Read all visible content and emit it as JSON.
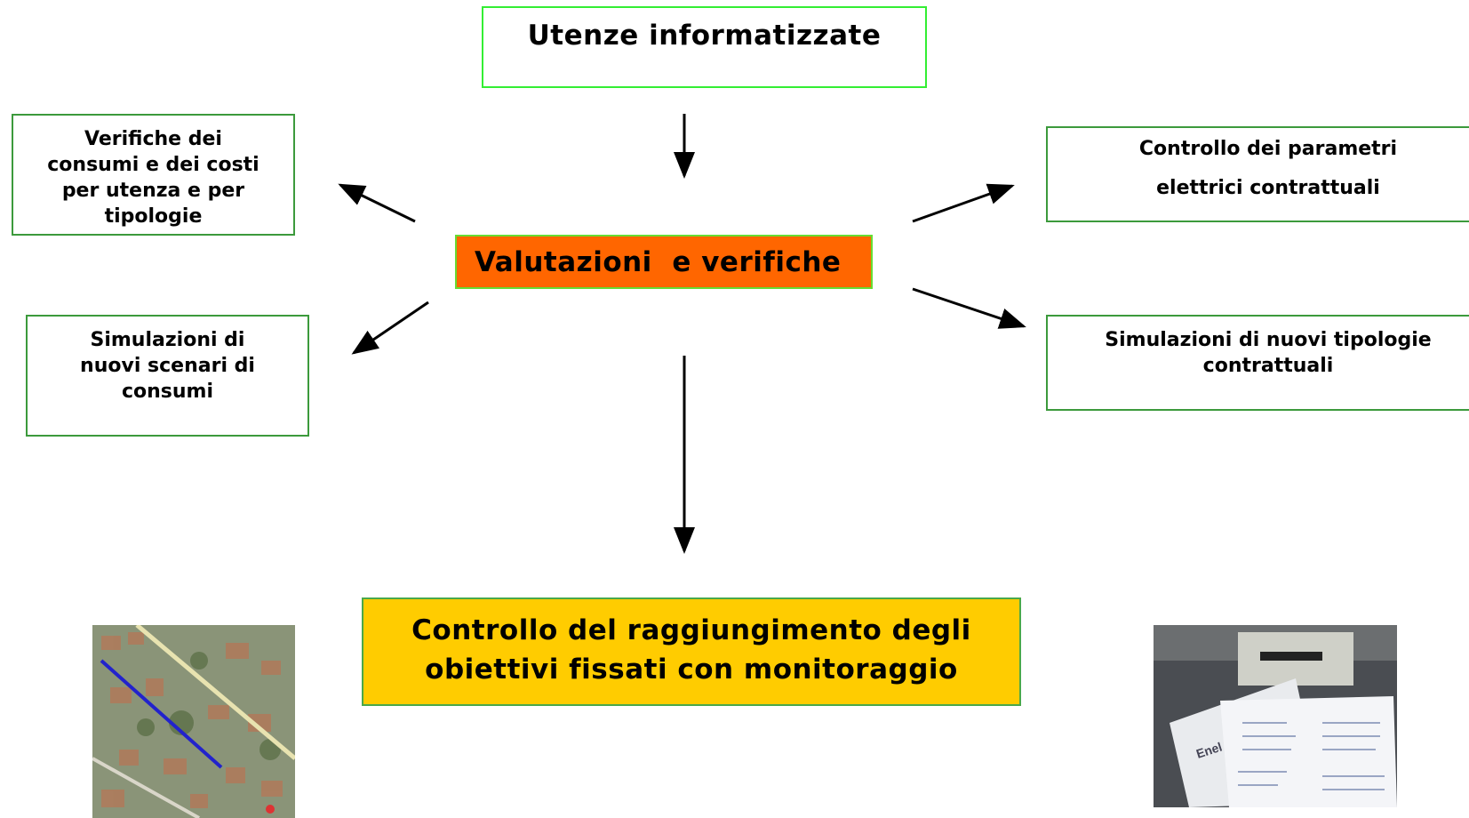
{
  "top_box": {
    "text": "Utenze informatizzate"
  },
  "center_box": {
    "text": "Valutazioni  e verifiche"
  },
  "left_top_box": {
    "lines": [
      "Verifiche dei",
      "consumi e dei costi",
      "per utenza e per",
      "tipologie"
    ]
  },
  "left_bottom_box": {
    "lines": [
      "Simulazioni di",
      "nuovi scenari di",
      "consumi"
    ]
  },
  "right_top_box": {
    "lines": [
      "Controllo dei parametri",
      "elettrici contrattuali"
    ]
  },
  "right_bottom_box": {
    "lines": [
      "Simulazioni di nuovi tipologie",
      "contrattuali"
    ]
  },
  "bottom_box": {
    "lines": [
      "Controllo del raggiungimento degli",
      "obiettivi fissati con monitoraggio"
    ]
  },
  "colors": {
    "center_fill": "#ff6600",
    "bottom_fill": "#ffcc00",
    "box_border": "#3c9a3c",
    "top_border": "#33ee33"
  },
  "images": {
    "map": "aerial-map-photo",
    "bill": "energy-bill-photo",
    "bill_logo_text": "Enel"
  }
}
